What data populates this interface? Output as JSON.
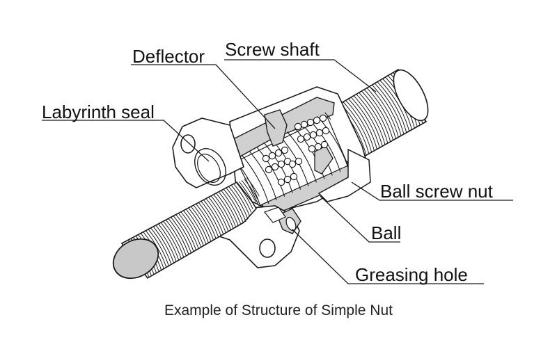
{
  "labels": {
    "deflector": "Deflector",
    "screw_shaft": "Screw shaft",
    "labyrinth_seal": "Labyrinth seal",
    "ball_screw_nut": "Ball screw nut",
    "ball": "Ball",
    "greasing_hole": "Greasing hole"
  },
  "caption": "Example of Structure of Simple Nut",
  "colors": {
    "line": "#1a1a1a",
    "section_fill": "#d0d0d0",
    "shaft_end": "#c8c8c8",
    "background": "#ffffff"
  }
}
